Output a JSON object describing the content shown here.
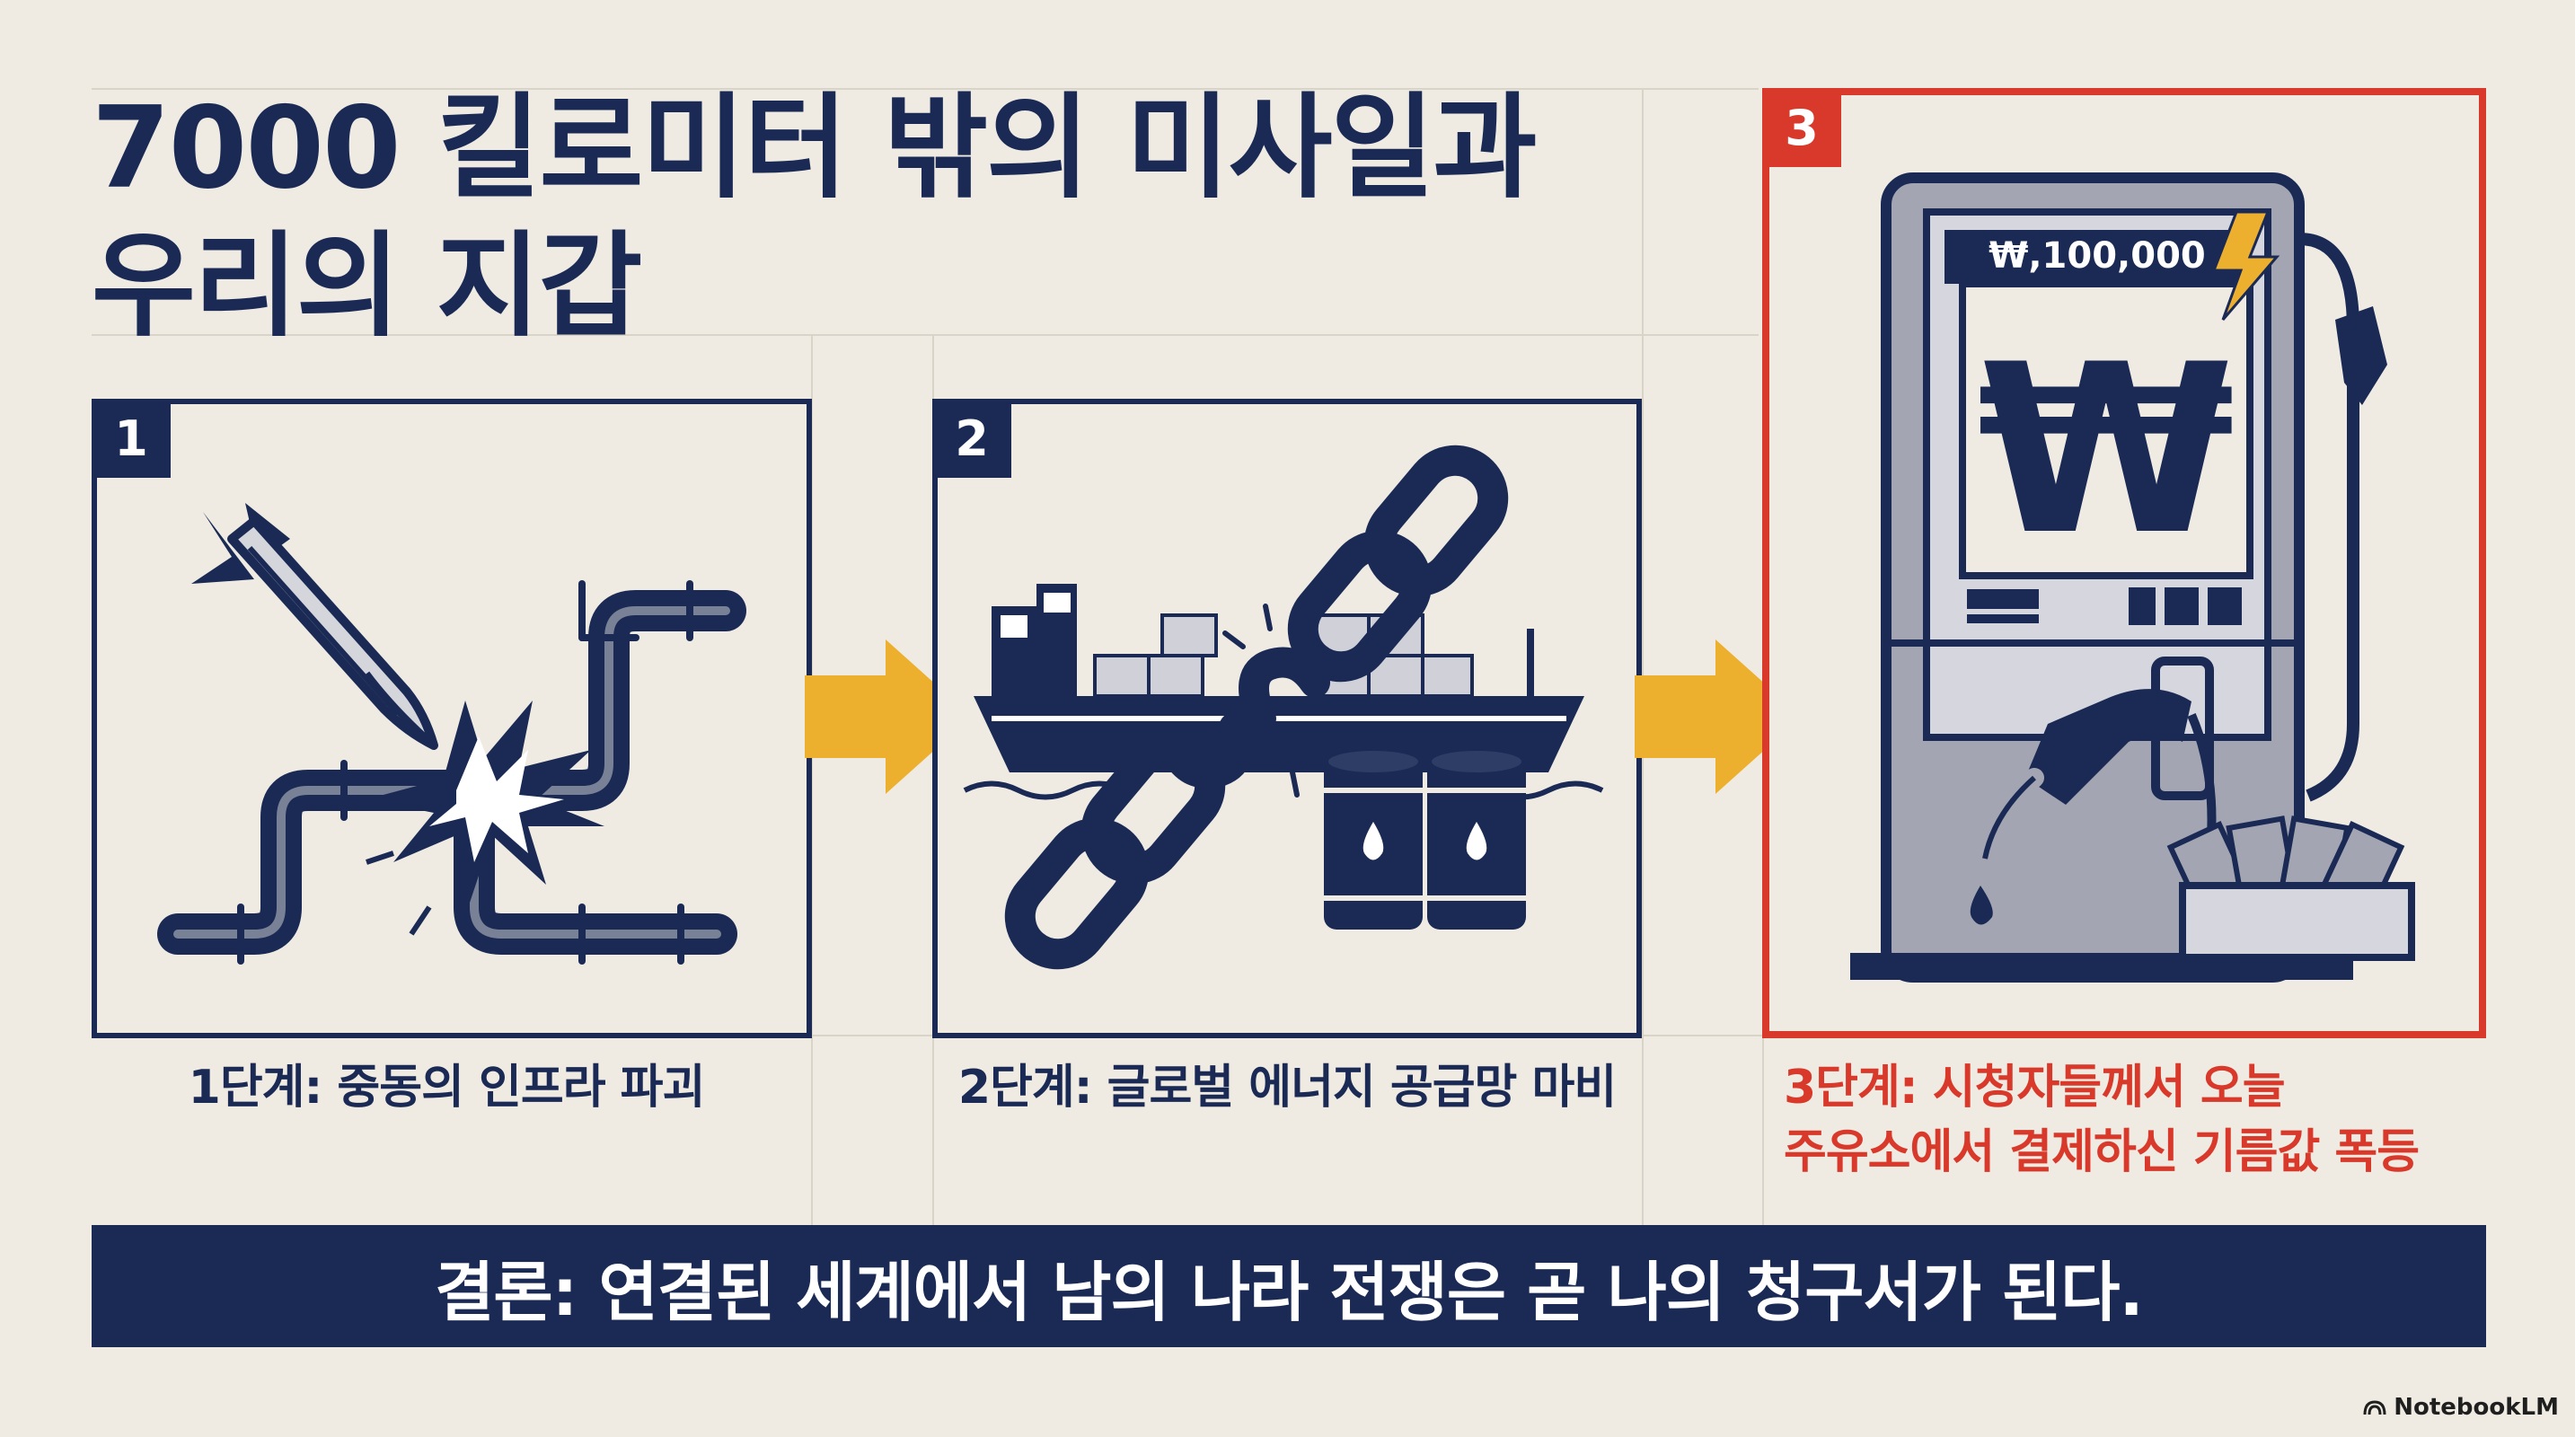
{
  "title": {
    "line1": "7000 킬로미터 밖의 미사일과",
    "line2": "우리의 지갑"
  },
  "steps": [
    {
      "number": "1",
      "caption": "1단계: 중동의 인프라 파괴",
      "icons": [
        "missile-icon",
        "explosion-icon",
        "pipeline-icon"
      ]
    },
    {
      "number": "2",
      "caption": "2단계: 글로벌 에너지 공급망 마비",
      "icons": [
        "cargo-ship-icon",
        "broken-chain-icon",
        "oil-barrels-icon"
      ]
    },
    {
      "number": "3",
      "caption_line1": "3단계: 시청자들께서 오늘",
      "caption_line2": "주유소에서 결제하신 기름값 폭등",
      "price": "₩,100,000",
      "symbol": "₩",
      "icons": [
        "fuel-pump-icon",
        "won-symbol-icon",
        "lightning-icon",
        "fuel-nozzle-icon",
        "cash-tray-icon"
      ]
    }
  ],
  "conclusion": "결론: 연결된 세계에서 남의 나라 전쟁은 곧 나의 청구서가 된다.",
  "watermark": "NotebookLM",
  "colors": {
    "navy": "#1a2a55",
    "red": "#d8392a",
    "gold": "#ecb02e",
    "grey": "#a3a6b2",
    "background": "#efebe2"
  }
}
